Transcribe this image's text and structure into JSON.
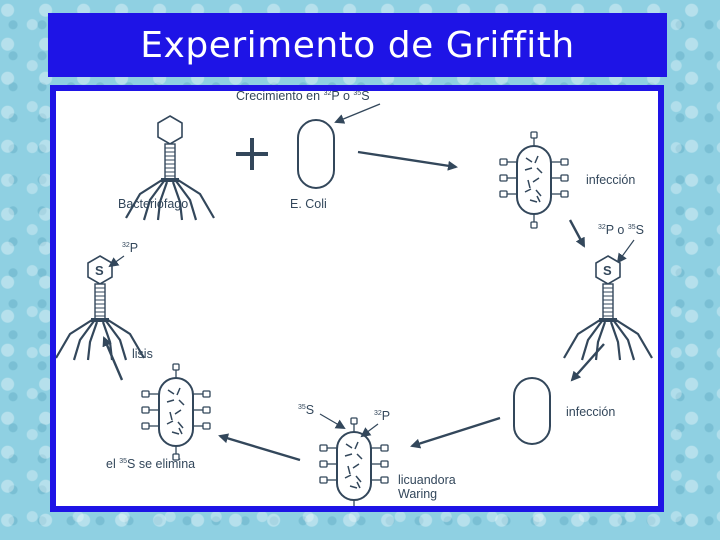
{
  "slide": {
    "title": "Experimento de Griffith"
  },
  "diagram": {
    "labels": {
      "growth": "Crecimiento en",
      "growth_or": "o",
      "p_mass": "32",
      "p_symbol": "P",
      "s_mass": "35",
      "s_symbol": "S",
      "bacteriophage": "Bacteriófago",
      "ecoli": "E. Coli",
      "infection_1": "infección",
      "isotope_right_or": "o",
      "infection_2": "infección",
      "blender_line1": "licuandora",
      "blender_line2": "Waring",
      "s_removed": "el",
      "s_removed_rest": "se elimina",
      "lysis": "lisis",
      "capsid_letter": "S"
    },
    "colors": {
      "line": "#33475b",
      "title_bar": "#1e14e6",
      "frame": "#1e14e6"
    }
  }
}
